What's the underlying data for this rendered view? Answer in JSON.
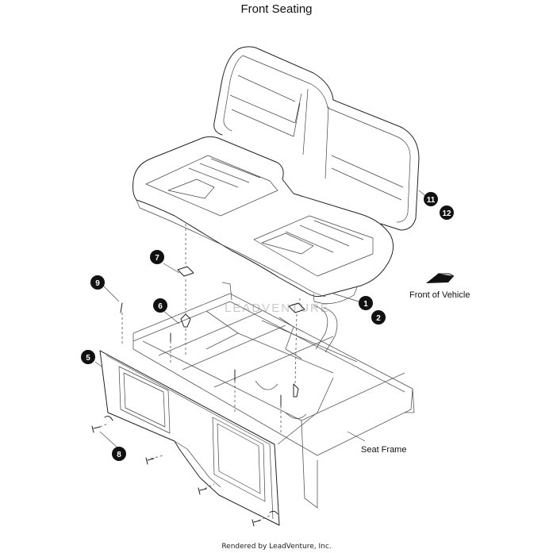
{
  "title": "Front Seating",
  "footer": "Rendered by LeadVenture, Inc.",
  "watermark": "LEADVENTURE",
  "labels": {
    "front_of_vehicle": "Front of Vehicle",
    "seat_frame": "Seat Frame"
  },
  "callouts": [
    "1",
    "2",
    "5",
    "6",
    "7",
    "8",
    "9",
    "11",
    "12"
  ],
  "colors": {
    "line": "#222222",
    "callout_fill": "#111111",
    "background": "#ffffff"
  },
  "icons": [
    "front-direction-arrow-icon"
  ]
}
